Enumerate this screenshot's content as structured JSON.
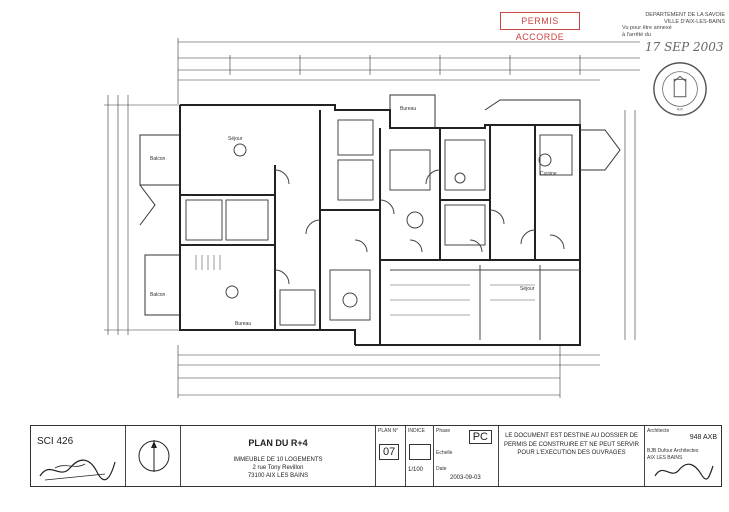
{
  "stamps": {
    "permis": "PERMIS ACCORDE",
    "department_lines": [
      "DEPARTEMENT DE LA SAVOIE",
      "VILLE D'AIX-LES-BAINS",
      "Vu pour être annexé",
      "à l'arrêté du"
    ],
    "date_handwritten": "17 SEP 2003"
  },
  "plan": {
    "room_labels": [
      "Bureau",
      "Bureau",
      "Balcon",
      "Balcon",
      "Séjour",
      "Séjour",
      "Cuisine"
    ]
  },
  "title_block": {
    "project_code": "SCI 426",
    "plan_title": "PLAN DU R+4",
    "address_lines": [
      "IMMEUBLE DE 10 LOGEMENTS",
      "2 rue Tony Revillon",
      "73100 AIX LES BAINS"
    ],
    "plan_no_label": "PLAN N°",
    "plan_no": "07",
    "indice_label": "INDICE",
    "phase_label": "Phase",
    "phase": "PC",
    "echelle_label": "Echelle",
    "echelle": "1/100",
    "date_label": "Date",
    "date": "2003-09-03",
    "note": "LE DOCUMENT EST DESTINE AU DOSSIER DE PERMIS DE CONSTRUIRE ET NE PEUT SERVIR POUR L'EXECUTION DES OUVRAGES",
    "architect_label": "Architecte",
    "architect_id": "948 AXB",
    "architect_lines": [
      "BJB Dufour Architectes",
      "AIX LES BAINS"
    ]
  }
}
